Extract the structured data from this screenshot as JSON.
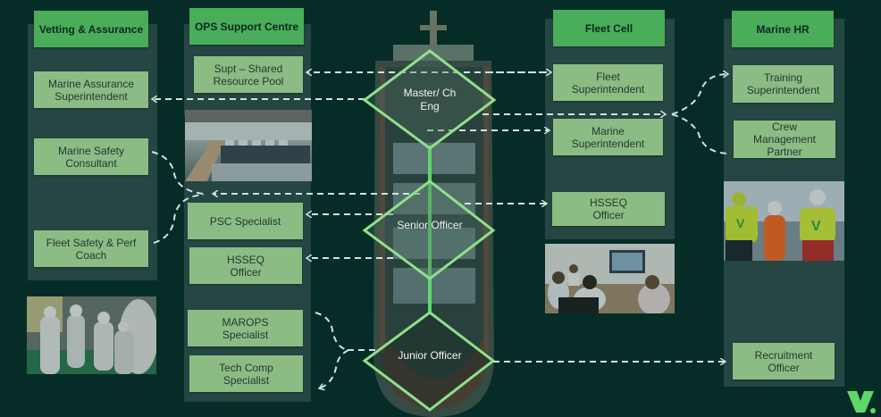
{
  "columns": {
    "vetting": {
      "title": "Vetting & Assurance",
      "items": [
        "Marine Assurance Superintendent",
        "Marine Safety Consultant",
        "Fleet Safety & Perf Coach"
      ]
    },
    "ops": {
      "title": "OPS Support Centre",
      "items": [
        "Supt – Shared Resource Pool",
        "PSC Specialist",
        "HSSEQ Officer",
        "MAROPS Specialist",
        "Tech Comp Specialist"
      ]
    },
    "fleet": {
      "title": "Fleet Cell",
      "items": [
        "Fleet Superintendent",
        "Marine Superintendent",
        "HSSEQ Officer"
      ]
    },
    "hr": {
      "title": "Marine HR",
      "items": [
        "Training Superintendent",
        "Crew Management Partner",
        "Recruitment Officer"
      ]
    }
  },
  "ranks": [
    "Master/ Ch Eng",
    "Senior Officer",
    "Junior Officer"
  ],
  "photos": {
    "office": "open-plan office photo",
    "crew_ppe": "crew in white coveralls photo",
    "meeting": "meeting room photo",
    "workers": "workers in hi-vis photo"
  },
  "colors": {
    "background": "#062d27",
    "column": "#2f4f4b",
    "header": "#5fd86a",
    "box": "#b7eca3",
    "diamond": "#8fe08a",
    "connector": "#cfe3de"
  },
  "logo": "V-logo"
}
